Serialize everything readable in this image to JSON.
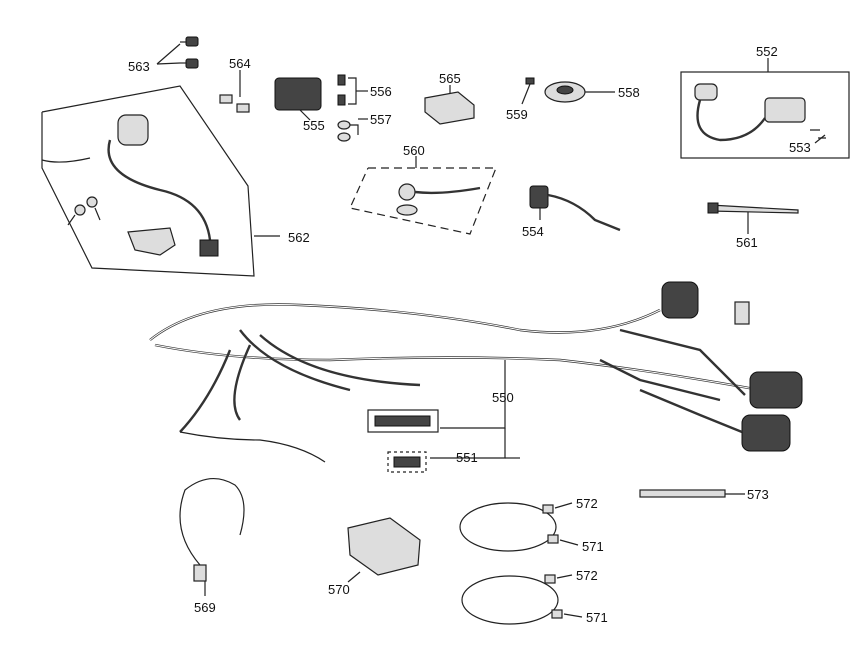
{
  "diagram": {
    "title": "Wiring harness parts diagram",
    "labels": {
      "p563": "563",
      "p564": "564",
      "p555": "555",
      "p556": "556",
      "p557": "557",
      "p565": "565",
      "p559": "559",
      "p558": "558",
      "p552": "552",
      "p553": "553",
      "p560": "560",
      "p554": "554",
      "p561": "561",
      "p562": "562",
      "p550": "550",
      "p551": "551",
      "p573": "573",
      "p572a": "572",
      "p571a": "571",
      "p572b": "572",
      "p571b": "571",
      "p569": "569",
      "p570": "570"
    }
  }
}
